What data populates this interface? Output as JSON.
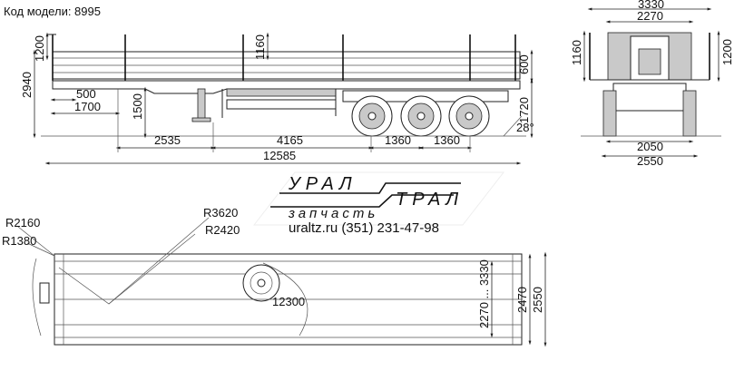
{
  "model_label": "Код модели: 8995",
  "side_view": {
    "dims": {
      "total_length": "12585",
      "seg_front": "2535",
      "seg_mid": "4165",
      "axle_spacing_1": "1360",
      "axle_spacing_2": "1360",
      "kingpin_offset": "500",
      "support_offset": "1700",
      "total_height": "2940",
      "stake_height": "1200",
      "stake_height_mid": "1160",
      "side_board": "600",
      "deck_height": "1720",
      "support_height": "1500",
      "departure_angle": "28°"
    }
  },
  "rear_view": {
    "dims": {
      "overall_width": "3330",
      "inner_width": "2270",
      "stake_height_left": "1160",
      "stake_height_right": "1200",
      "track": "2050",
      "width": "2550"
    }
  },
  "top_view": {
    "dims": {
      "radius_1": "R2160",
      "radius_2": "R1380",
      "radius_3": "R3620",
      "radius_4": "R2420",
      "deck_length": "12300",
      "width_range": "2270 ... 3330",
      "inner_width": "2470",
      "outer_width": "2550"
    }
  },
  "logo": {
    "brand_left": "УРАЛ",
    "brand_right": "ТРАЛ",
    "subtitle": "запчасть",
    "contact": "uraltz.ru  (351) 231-47-98"
  }
}
